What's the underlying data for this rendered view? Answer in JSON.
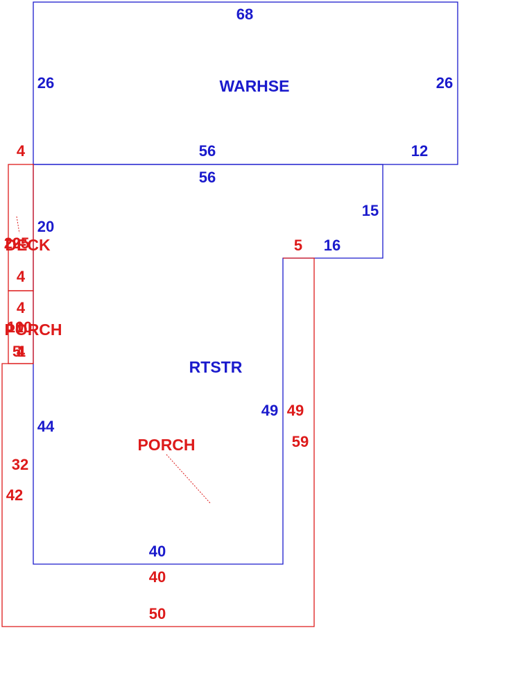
{
  "colors": {
    "building": "#1a1acc",
    "addition": "#dd1a1a"
  },
  "areas": {
    "warehouse": {
      "label": "WARHSE",
      "top": "68",
      "left": "26",
      "right": "26",
      "bottom": "56",
      "bottom_right": "12"
    },
    "retail_store": {
      "label": "RTSTR",
      "top": "56",
      "left_upper": "20",
      "step_vertical": "15",
      "step_horizontal": "16",
      "left_lower": "44",
      "right": "49",
      "bottom": "40"
    },
    "deck": {
      "label": "DECK",
      "top": "4",
      "bottom": "4",
      "sides": "20",
      "overlap": "25"
    },
    "porch_small": {
      "label": "PORCH",
      "top": "4",
      "bottom": "4",
      "left": "10",
      "right": "10",
      "overlap_a": "5",
      "overlap_b": "1"
    },
    "porch_large": {
      "label": "PORCH",
      "top": "5",
      "right_inner": "49",
      "right_outer": "59",
      "left_inner": "32",
      "left_outer": "42",
      "bottom_inner": "40",
      "bottom_outer": "50"
    }
  }
}
